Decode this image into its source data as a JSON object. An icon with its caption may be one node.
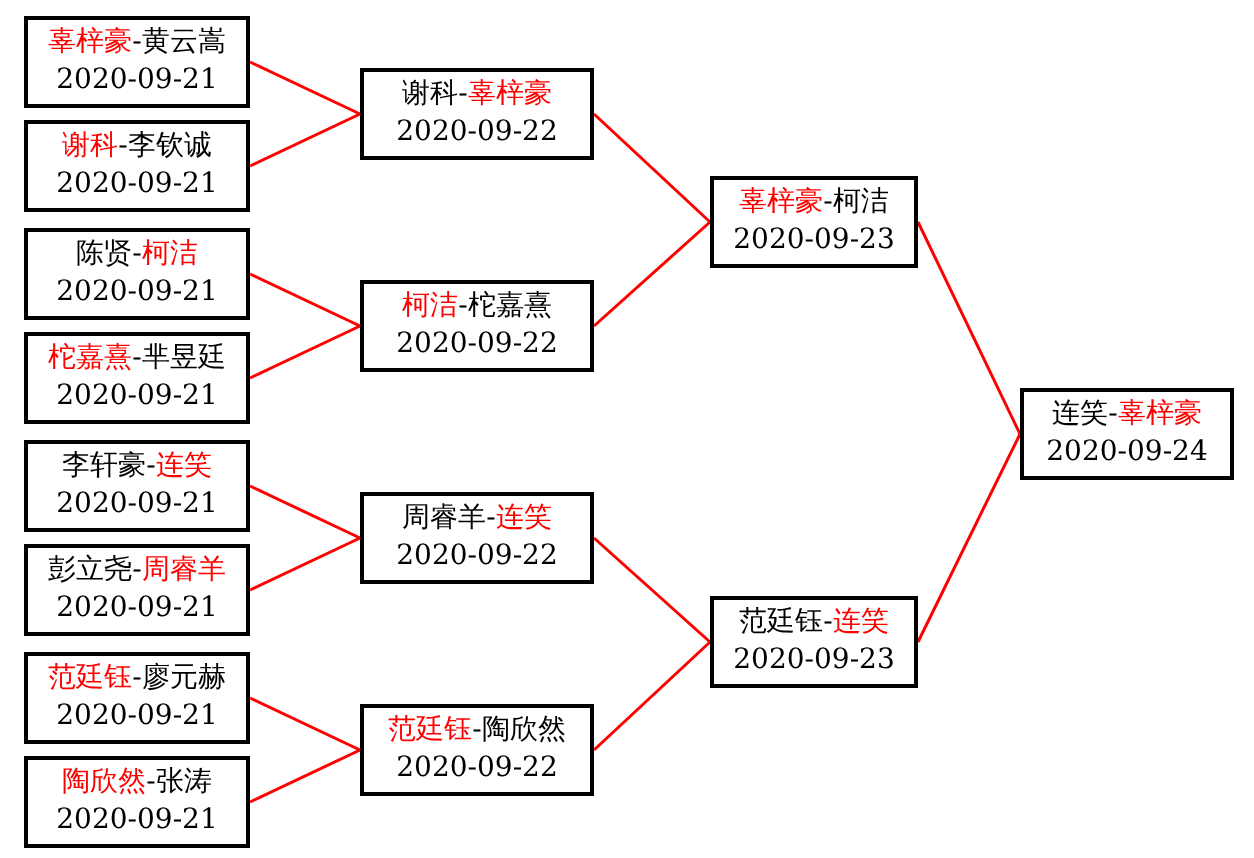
{
  "diagram": {
    "nodes": [
      {
        "text": [
          "辜梓豪-黄云嵩",
          "2020-09-21"
        ]
      },
      {
        "text": [
          "谢科-李钦诚",
          "2020-09-21"
        ]
      },
      {
        "text": [
          "陈贤-柯洁",
          "2020-09-21"
        ]
      },
      {
        "text": [
          "柁嘉熹-芈昱廷",
          "2020-09-21"
        ]
      },
      {
        "text": [
          "李轩豪-连笑",
          "2020-09-21"
        ]
      },
      {
        "text": [
          "彭立尧-周睿羊",
          "2020-09-21"
        ]
      },
      {
        "text": [
          "范廷钰-廖元赫",
          "2020-09-21"
        ]
      },
      {
        "text": [
          "陶欣然-张涛",
          "2020-09-21"
        ]
      },
      {
        "text": [
          "谢科-辜梓豪",
          "2020-09-22"
        ]
      },
      {
        "text": [
          "柯洁-柁嘉熹",
          "2020-09-22"
        ]
      },
      {
        "text": [
          "周睿羊-连笑",
          "2020-09-22"
        ]
      },
      {
        "text": [
          "范廷钰-陶欣然",
          "2020-09-22"
        ]
      },
      {
        "text": [
          "辜梓豪-柯洁",
          "2020-09-23"
        ]
      },
      {
        "text": [
          "范廷钰-连笑",
          "2020-09-23"
        ]
      },
      {
        "text": [
          "连笑-辜梓豪",
          "2020-09-24"
        ]
      }
    ],
    "edges": [
      {
        "from": 0,
        "to": 8,
        "arrow": "none"
      },
      {
        "from": 1,
        "to": 8,
        "arrow": "none"
      },
      {
        "from": 2,
        "to": 9,
        "arrow": "none"
      },
      {
        "from": 3,
        "to": 9,
        "arrow": "none"
      },
      {
        "from": 4,
        "to": 10,
        "arrow": "none"
      },
      {
        "from": 5,
        "to": 10,
        "arrow": "none"
      },
      {
        "from": 6,
        "to": 11,
        "arrow": "none"
      },
      {
        "from": 7,
        "to": 11,
        "arrow": "none"
      },
      {
        "from": 8,
        "to": 12,
        "arrow": "none"
      },
      {
        "from": 9,
        "to": 12,
        "arrow": "none"
      },
      {
        "from": 10,
        "to": 13,
        "arrow": "none"
      },
      {
        "from": 11,
        "to": 13,
        "arrow": "none"
      },
      {
        "from": 12,
        "to": 14,
        "arrow": "none"
      },
      {
        "from": 13,
        "to": 14,
        "arrow": "none"
      }
    ]
  }
}
